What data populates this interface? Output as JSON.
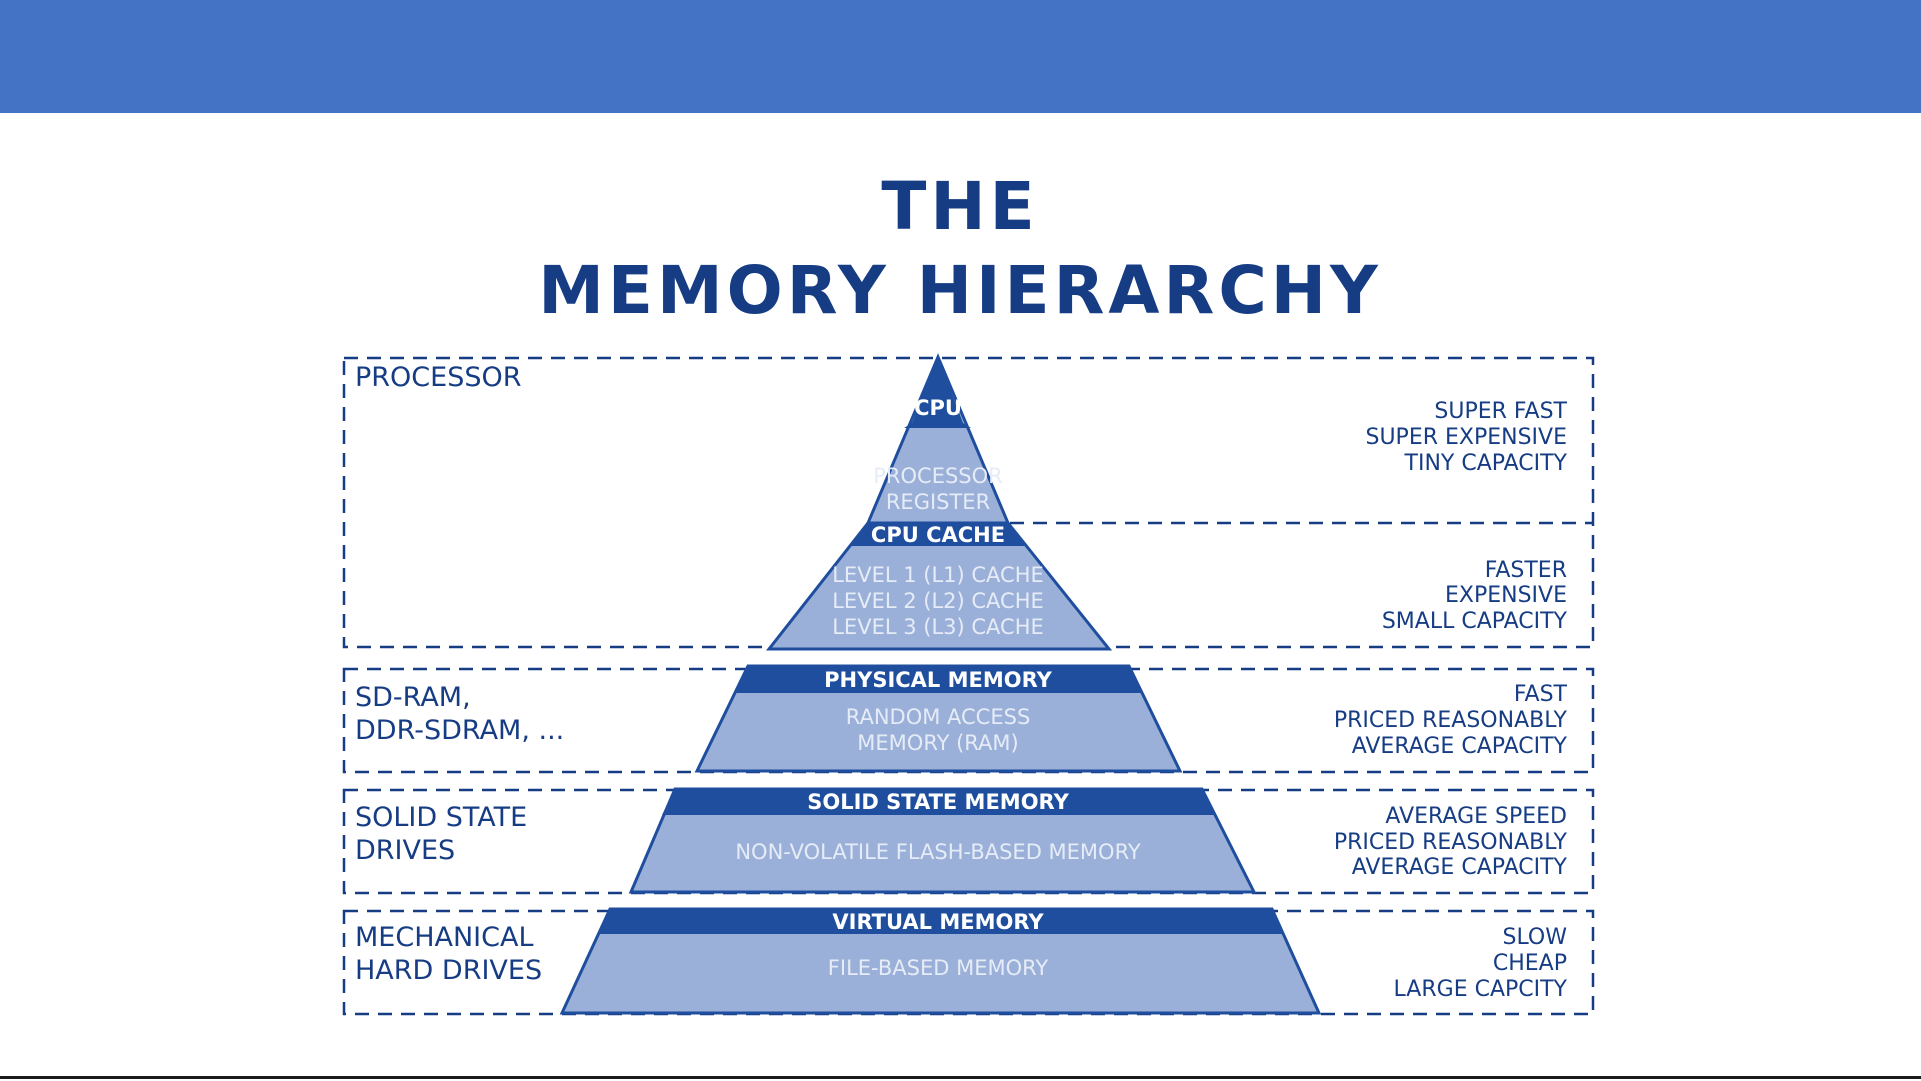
{
  "title": {
    "line1": "THE",
    "line2": "MEMORY HIERARCHY"
  },
  "colors": {
    "top_bar": "#4472c4",
    "ink": "#163c84",
    "band": "#1f4e9e",
    "layer_fill": "#9ab0d8",
    "layer_text": "#e6ecf7"
  },
  "groups": [
    {
      "id": "processor",
      "side_label": [
        "PROCESSOR"
      ],
      "properties": []
    },
    {
      "id": "sdram",
      "side_label": [
        "SD-RAM,",
        "DDR-SDRAM, ..."
      ],
      "properties": [
        "FAST",
        "PRICED REASONABLY",
        "AVERAGE CAPACITY"
      ]
    },
    {
      "id": "ssd",
      "side_label": [
        "SOLID STATE",
        "DRIVES"
      ],
      "properties": [
        "AVERAGE SPEED",
        "PRICED REASONABLY",
        "AVERAGE CAPACITY"
      ]
    },
    {
      "id": "hdd",
      "side_label": [
        "MECHANICAL",
        "HARD DRIVES"
      ],
      "properties": [
        "SLOW",
        "CHEAP",
        "LARGE CAPCITY"
      ]
    }
  ],
  "processor_properties": [
    [
      "SUPER FAST",
      "SUPER EXPENSIVE",
      "TINY CAPACITY"
    ],
    [
      "FASTER",
      "EXPENSIVE",
      "SMALL CAPACITY"
    ]
  ],
  "pyramid": [
    {
      "band": "CPU",
      "body": [
        "PROCESSOR",
        "REGISTER"
      ]
    },
    {
      "band": "CPU CACHE",
      "body": [
        "LEVEL 1 (L1) CACHE",
        "LEVEL 2 (L2) CACHE",
        "LEVEL 3 (L3) CACHE"
      ]
    },
    {
      "band": "PHYSICAL MEMORY",
      "body": [
        "RANDOM ACCESS",
        "MEMORY (RAM)"
      ]
    },
    {
      "band": "SOLID STATE MEMORY",
      "body": [
        "NON-VOLATILE FLASH-BASED MEMORY"
      ]
    },
    {
      "band": "VIRTUAL MEMORY",
      "body": [
        "FILE-BASED MEMORY"
      ]
    }
  ]
}
